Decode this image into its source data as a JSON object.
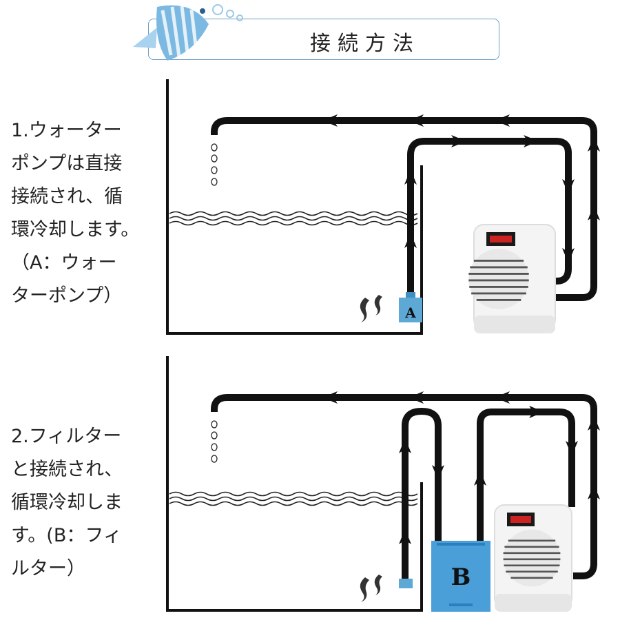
{
  "header": {
    "title": "接続方法"
  },
  "section1": {
    "lines": [
      "1.ウォーター",
      "ポンプは直接",
      "接続され、循",
      "環冷却します。",
      "（A：ウォー",
      "ターポンプ）"
    ],
    "pump_label": "A"
  },
  "section2": {
    "lines": [
      "2.フィルター",
      "と接続され、",
      "循環冷却しま",
      "す。(B：フィ",
      "ルター）"
    ],
    "filter_label": "B"
  },
  "colors": {
    "pipe": "#111111",
    "pump": "#5ea8d6",
    "filter": "#4a9fd8",
    "header_border": "#6f9fc4",
    "display": "#cc2222"
  }
}
